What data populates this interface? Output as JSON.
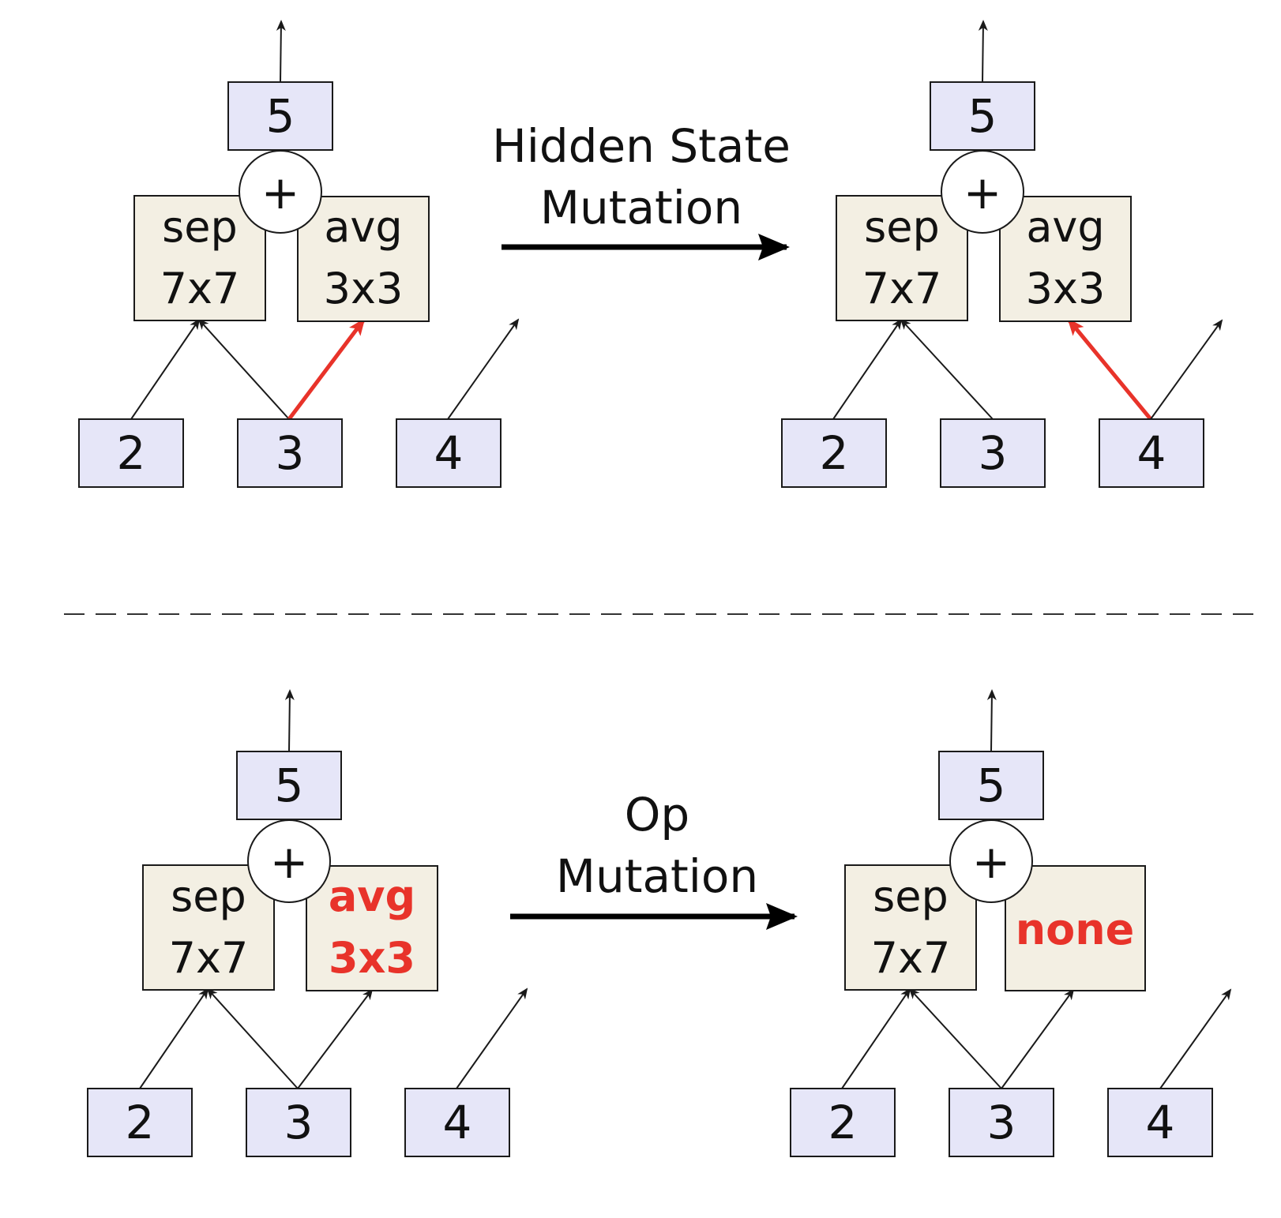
{
  "colors": {
    "hidden_state_fill": "#e6e6f8",
    "op_fill": "#f3efe3",
    "stroke": "#1a1a1a",
    "highlight": "#e8332a",
    "text": "#111111"
  },
  "top_panel": {
    "mutation_label_line1": "Hidden State",
    "mutation_label_line2": "Mutation",
    "before": {
      "output_node": "5",
      "combine_symbol": "+",
      "left_op": {
        "line1": "sep",
        "line2": "7x7"
      },
      "right_op": {
        "line1": "avg",
        "line2": "3x3"
      },
      "inputs": [
        "2",
        "3",
        "4"
      ]
    },
    "after": {
      "output_node": "5",
      "combine_symbol": "+",
      "left_op": {
        "line1": "sep",
        "line2": "7x7"
      },
      "right_op": {
        "line1": "avg",
        "line2": "3x3"
      },
      "inputs": [
        "2",
        "3",
        "4"
      ]
    }
  },
  "bottom_panel": {
    "mutation_label_line1": "Op",
    "mutation_label_line2": "Mutation",
    "before": {
      "output_node": "5",
      "combine_symbol": "+",
      "left_op": {
        "line1": "sep",
        "line2": "7x7"
      },
      "right_op": {
        "line1": "avg",
        "line2": "3x3"
      },
      "inputs": [
        "2",
        "3",
        "4"
      ]
    },
    "after": {
      "output_node": "5",
      "combine_symbol": "+",
      "left_op": {
        "line1": "sep",
        "line2": "7x7"
      },
      "right_op": {
        "line1": "none"
      },
      "inputs": [
        "2",
        "3",
        "4"
      ]
    }
  }
}
